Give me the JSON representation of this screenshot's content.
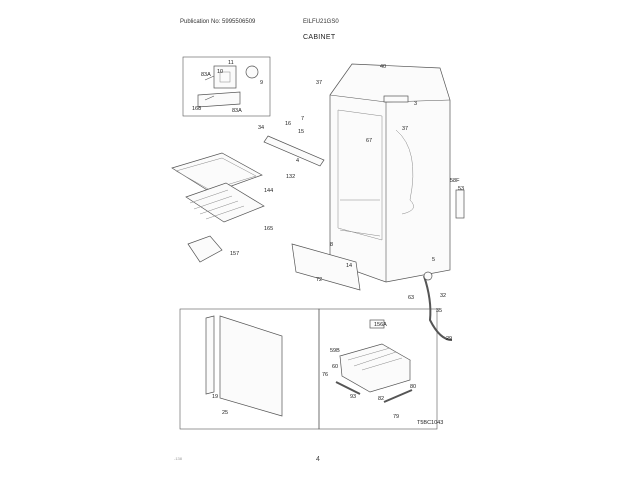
{
  "header": {
    "publication": "Publication No: 5995506509",
    "model": "EILFU21GS0",
    "section": "CABINET"
  },
  "footer": {
    "left_note": "-138",
    "page_number": "4"
  },
  "diagram": {
    "figure_code": "T5BC1043",
    "callouts": {
      "c83a": "83A",
      "c11": "11",
      "c10": "10",
      "c9": "9",
      "c168": "168",
      "c83a2": "83A",
      "c37a": "37",
      "c40": "40",
      "c3": "3",
      "c37b": "37",
      "c7": "7",
      "c34": "34",
      "c16": "16",
      "c15": "15",
      "c67": "67",
      "c4": "4",
      "c132": "132",
      "c144": "144",
      "c165": "165",
      "c157": "157",
      "c58f": "58F",
      "c53": "53",
      "c8": "8",
      "c14": "14",
      "c72": "72",
      "c5": "5",
      "c63": "63",
      "c32": "32",
      "c35": "35",
      "c29": "29",
      "c19": "19",
      "c25": "25",
      "c156a": "156A",
      "c59b": "59B",
      "c60": "60",
      "c76": "76",
      "c93": "93",
      "c82": "82",
      "c80": "80",
      "c79": "79"
    }
  }
}
